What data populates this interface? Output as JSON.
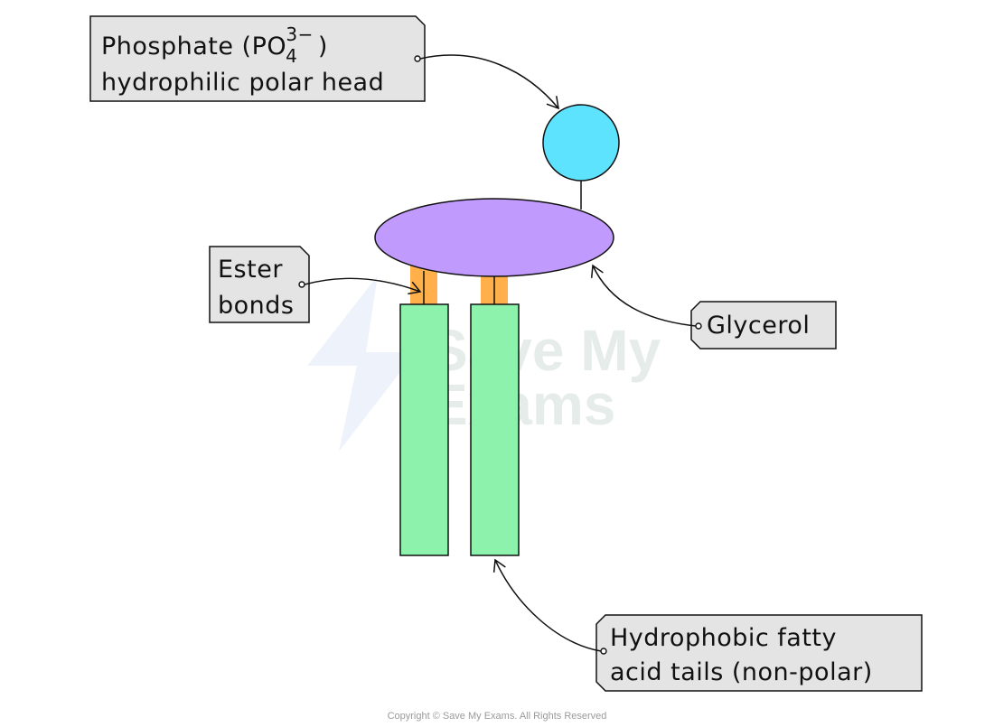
{
  "labels": {
    "phosphate_line1_prefix": "Phosphate (PO",
    "phosphate_subscript": "4",
    "phosphate_superscript": "3−",
    "phosphate_line1_suffix": ")",
    "phosphate_line2": "hydrophilic polar head",
    "ester_line1": "Ester",
    "ester_line2": "bonds",
    "glycerol": "Glycerol",
    "tails_line1": "Hydrophobic fatty",
    "tails_line2": "acid tails (non-polar)"
  },
  "watermark": {
    "line1": "Save My",
    "line2": "Exams"
  },
  "footer": {
    "copyright": "Copyright © Save My Exams. All Rights Reserved"
  },
  "colors": {
    "phosphate_head": "#5ee3ff",
    "glycerol": "#c09afc",
    "ester_bond": "#ffb04a",
    "fatty_acid_tail": "#8cf2ac",
    "label_box": "#e4e4e4",
    "watermark": "#e6ece9"
  }
}
